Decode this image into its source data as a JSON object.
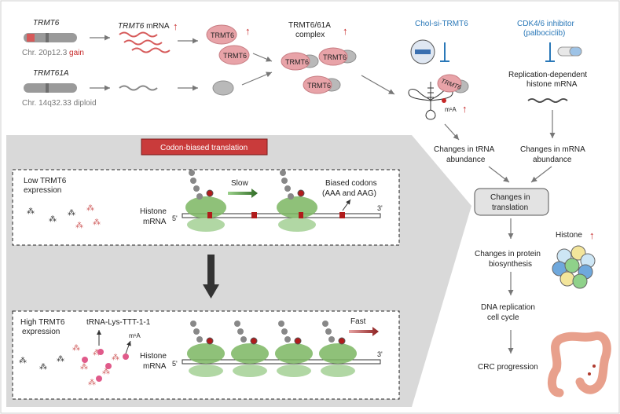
{
  "top": {
    "trmt6_gene": "TRMT6",
    "trmt6_locus": "Chr. 20p12.3",
    "trmt6_locus_status": "gain",
    "trmt61a_gene": "TRMT61A",
    "trmt61a_locus": "Chr. 14q32.33 diploid",
    "mrna_gene": "TRMT6",
    "mrna_suffix": " mRNA",
    "protein": "TRMT6",
    "complex_title": "TRMT6/61A",
    "complex_subtitle": "complex",
    "complex_member_a": "TRMT6",
    "m1a": "m¹A",
    "chol_si": "Chol-si-TRMT6",
    "cdk_inhibitor": "CDK4/6 inhibitor",
    "cdk_drug": "(palbociclib)",
    "histone_mrna_line1": "Replication-dependent",
    "histone_mrna_line2": "histone mRNA",
    "up_arrow": "↑"
  },
  "flow": {
    "trna_change_1": "Changes in tRNA",
    "trna_change_2": "abundance",
    "mrna_change_1": "Changes in mRNA",
    "mrna_change_2": "abundance",
    "translation_1": "Changes in",
    "translation_2": "translation",
    "protein_1": "Changes in protein",
    "protein_2": "biosynthesis",
    "histone": "Histone",
    "dna_1": "DNA replication",
    "dna_2": "cell cycle",
    "crc": "CRC progression"
  },
  "panel": {
    "title": "Codon-biased translation",
    "low_1": "Low TRMT6",
    "low_2": "expression",
    "slow": "Slow",
    "biased_1": "Biased codons",
    "biased_2": "(AAA and AAG)",
    "histone": "Histone",
    "mrna": "mRNA",
    "five_prime": "5'",
    "three_prime": "3'",
    "high_1": "High TRMT6",
    "high_2": "expression",
    "trna_lys": "tRNA-Lys-TTT-1-1",
    "m1a": "m¹A",
    "fast": "Fast"
  },
  "colors": {
    "blue": "#2a78b8",
    "red": "#c62828",
    "panel_grey": "#d9d9d9",
    "ribosome_green": "#7bb661",
    "trmt6_pink": "#e8a3a8"
  }
}
